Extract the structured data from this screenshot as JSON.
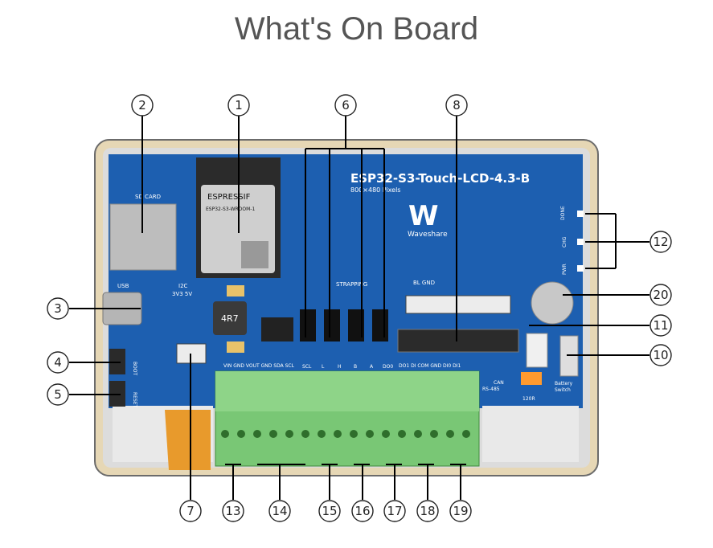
{
  "title": "What's On Board",
  "board": {
    "model": "ESP32-S3-Touch-LCD-4.3-B",
    "resolution": "800×480 Pixels",
    "brand": "Waveshare",
    "module_brand": "ESPRESSIF",
    "module_model": "ESP32-S3-WROOM-1",
    "inductor_code": "4R7",
    "sd_label": "SD CARD",
    "usb_label": "USB",
    "i2c_label": "I2C",
    "volt_label": "3V3  5V",
    "boot_label": "BOOT",
    "reset_label": "RESET",
    "strapping_label": "STRAPPING",
    "bl_gnd_label": "BL GND",
    "done_label": "DONE",
    "chg_label": "CHG",
    "pwr_label": "PWR",
    "can_label": "CAN",
    "rs485_label": "RS-485",
    "r120_label": "120R",
    "battery_label": "Battery",
    "switch_label": "Switch",
    "header_labels": [
      "SCL",
      "L",
      "H",
      "B",
      "A",
      "DO0"
    ],
    "terminal_labels_left": "VIN  GND  VOUT  GND  SDA  SCL",
    "terminal_labels_right": "DO1 DI COM GND DI0  DI1"
  },
  "callouts": [
    "1",
    "2",
    "3",
    "4",
    "5",
    "6",
    "7",
    "8",
    "10",
    "11",
    "12",
    "13",
    "14",
    "15",
    "16",
    "17",
    "18",
    "19",
    "20"
  ]
}
